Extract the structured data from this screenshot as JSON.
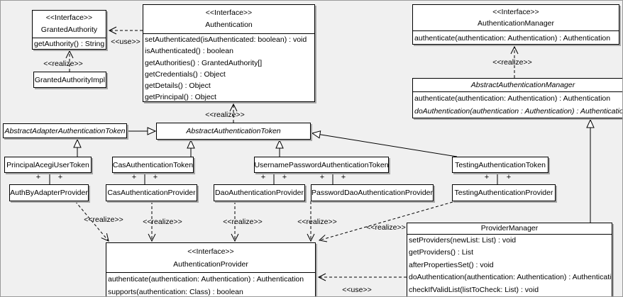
{
  "labels": {
    "use": "<<use>>",
    "realize": "<<realize>>",
    "plus": "+"
  },
  "colors": {
    "background": "#f0f0f0",
    "box_fill": "#ffffff",
    "line": "#000000",
    "shadow": "#a8a8a8"
  },
  "classes": {
    "granted_authority": {
      "stereotype": "<<Interface>>",
      "name": "GrantedAuthority",
      "methods": [
        "getAuthority() : String"
      ]
    },
    "granted_authority_impl": {
      "name": "GrantedAuthorityImpl"
    },
    "authentication": {
      "stereotype": "<<Interface>>",
      "name": "Authentication",
      "methods": [
        "setAuthenticated(isAuthenticated: boolean) : void",
        "isAuthenticated() : boolean",
        "getAuthorities() : GrantedAuthority[]",
        "getCredentials() : Object",
        "getDetails() : Object",
        "getPrincipal() : Object"
      ]
    },
    "authentication_manager": {
      "stereotype": "<<Interface>>",
      "name": "AuthenticationManager",
      "methods": [
        "authenticate(authentication: Authentication) : Authentication"
      ]
    },
    "abstract_authentication_manager": {
      "name": "AbstractAuthenticationManager",
      "methods": [
        "authenticate(authentication: Authentication) : Authentication",
        "doAuthentication(authentication : Authentication) : Authentication"
      ]
    },
    "abstract_adapter_authentication_token": {
      "name": "AbstractAdapterAuthenticationToken"
    },
    "abstract_authentication_token": {
      "name": "AbstractAuthenticationToken"
    },
    "principal_acegi_user_token": {
      "name": "PrincipalAcegiUserToken"
    },
    "cas_authentication_token": {
      "name": "CasAuthenticationToken"
    },
    "username_password_authentication_token": {
      "name": "UsernamePasswordAuthenticationToken"
    },
    "testing_authentication_token": {
      "name": "TestingAuthenticationToken"
    },
    "auth_by_adapter_provider": {
      "name": "AuthByAdapterProvider"
    },
    "cas_authentication_provider": {
      "name": "CasAuthenticationProvider"
    },
    "dao_authentication_provider": {
      "name": "DaoAuthenticationProvider"
    },
    "password_dao_authentication_provider": {
      "name": "PasswordDaoAuthenticationProvider"
    },
    "testing_authentication_provider": {
      "name": "TestingAuthenticationProvider"
    },
    "authentication_provider": {
      "stereotype": "<<Interface>>",
      "name": "AuthenticationProvider",
      "methods": [
        "authenticate(authentication: Authentication) : Authentication",
        "supports(authentication: Class) : boolean"
      ]
    },
    "provider_manager": {
      "name": "ProviderManager",
      "methods": [
        "setProviders(newList: List) : void",
        "getProviders() : List",
        "afterPropertiesSet() : void",
        "doAuthentication(authentication: Authentication) : Authentication",
        "checkIfValidList(listToCheck: List) : void"
      ]
    }
  }
}
